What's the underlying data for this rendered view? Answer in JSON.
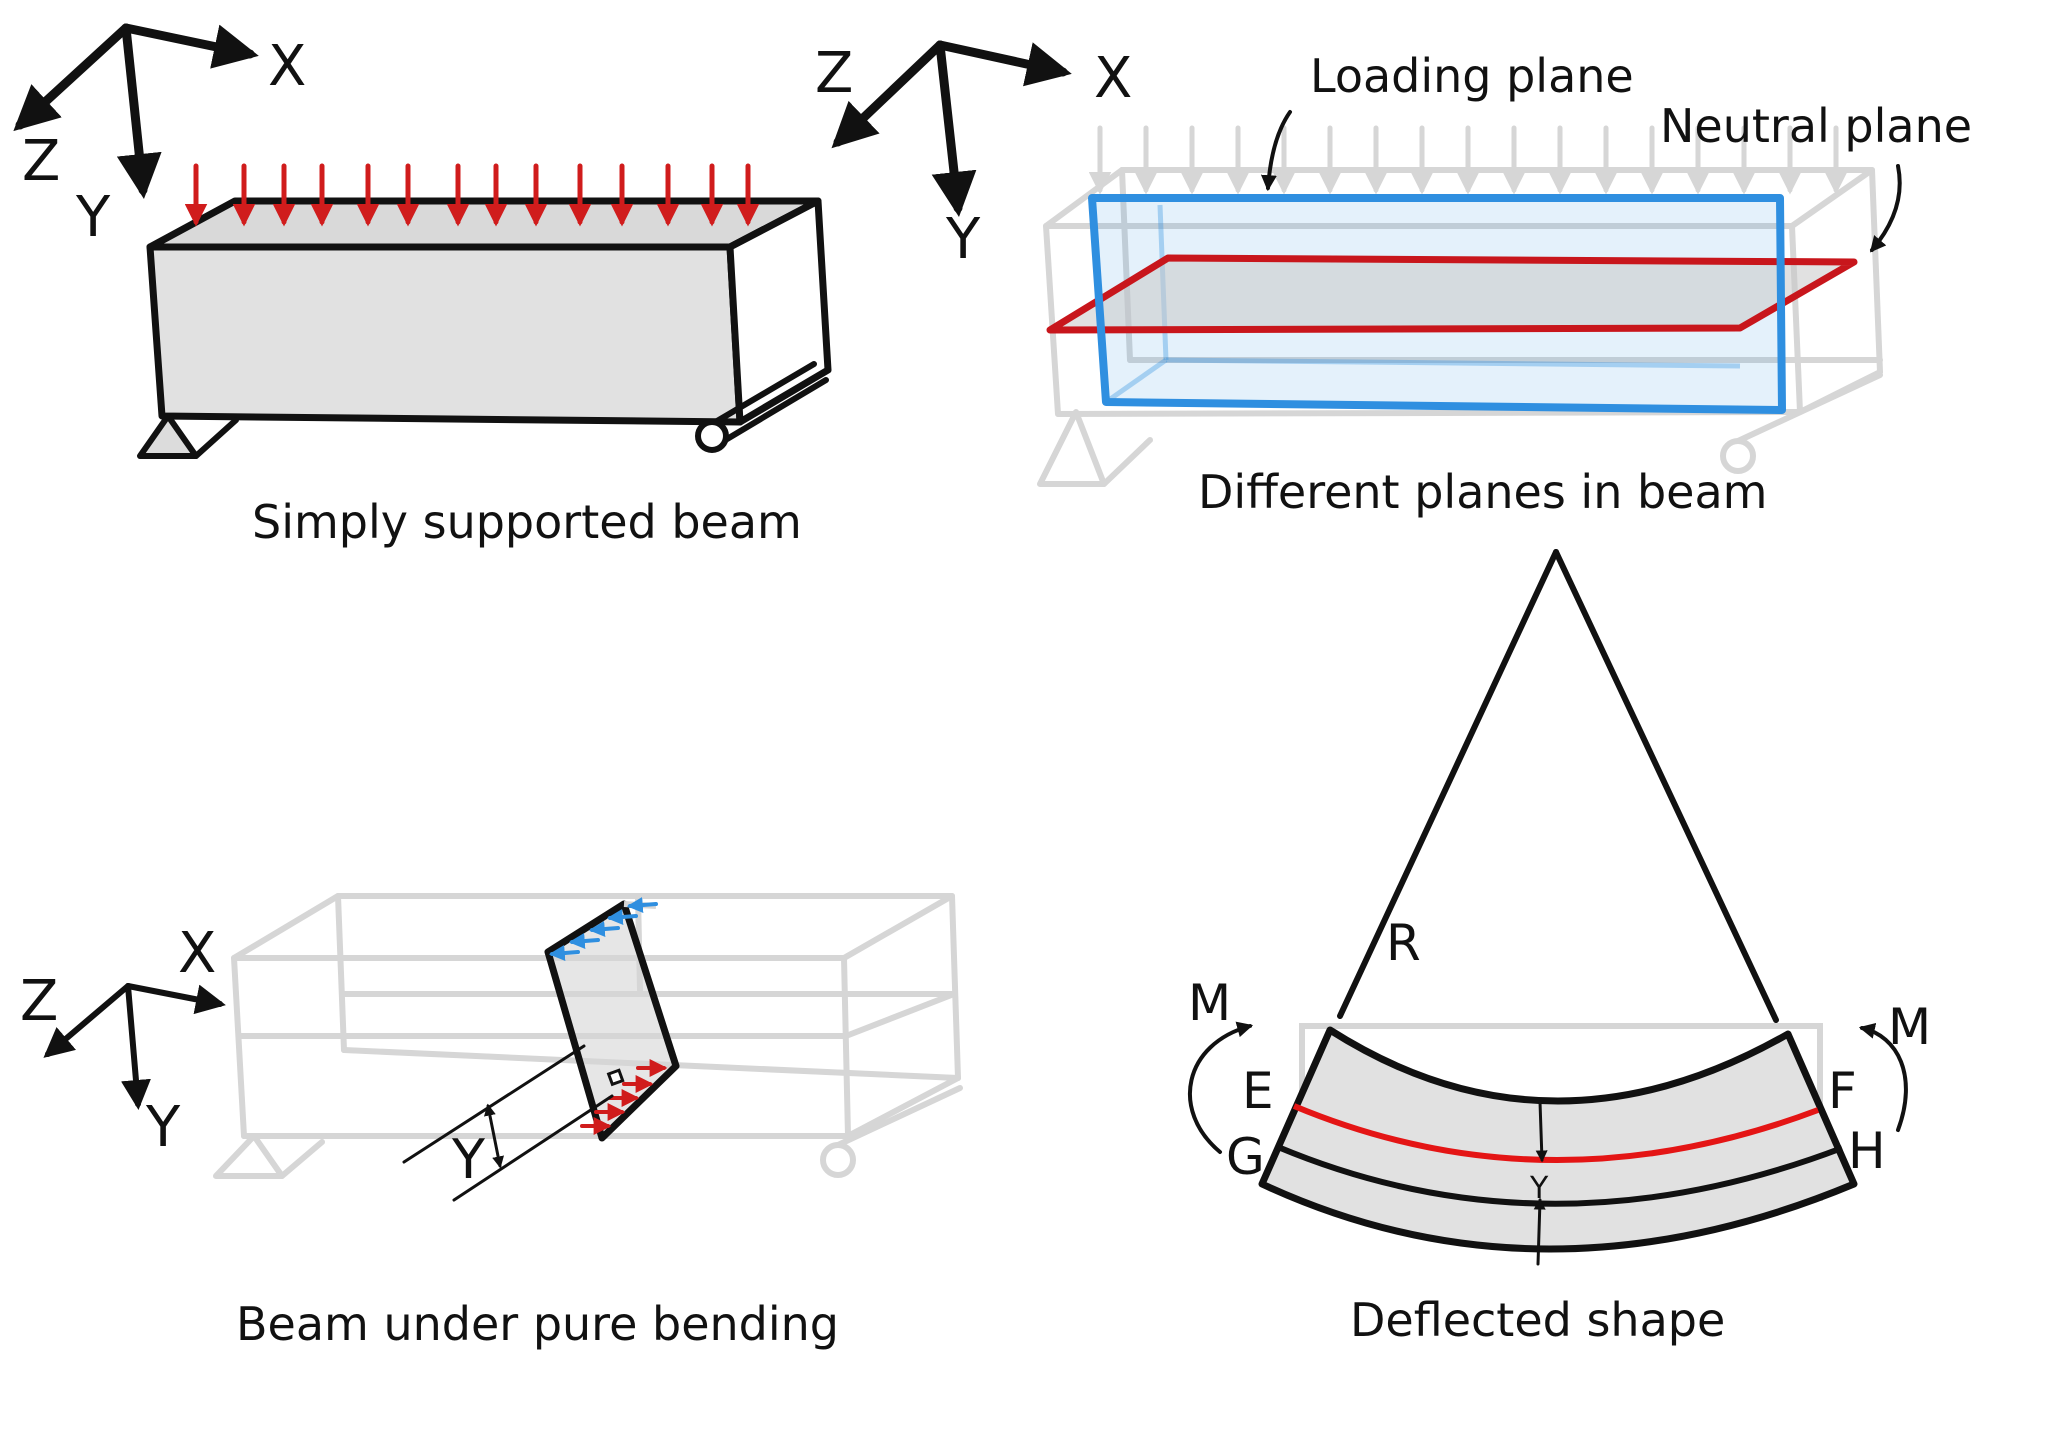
{
  "colors": {
    "ink": "#111111",
    "load_arrow": "#d01c1c",
    "loading_plane": "#2f8fe0",
    "neutral_plane": "#c8161c",
    "neutral_axis": "#e41515",
    "faint": "#d6d6d6",
    "beam_fill": "#e1e1e1"
  },
  "panel_simply_supported": {
    "caption": "Simply supported beam",
    "axis_x": "X",
    "axis_y": "Y",
    "axis_z": "Z"
  },
  "panel_planes": {
    "caption": "Different planes in beam",
    "label_loading": "Loading plane",
    "label_neutral": "Neutral plane",
    "axis_x": "X",
    "axis_y": "Y",
    "axis_z": "Z"
  },
  "panel_pure_bending": {
    "caption": "Beam under pure bending",
    "axis_x": "X",
    "axis_y": "Y",
    "axis_z": "Z",
    "dim_label": "Y"
  },
  "panel_deflected": {
    "caption": "Deflected shape",
    "radius_label": "R",
    "moment_left": "M",
    "moment_right": "M",
    "point_e": "E",
    "point_f": "F",
    "point_g": "G",
    "point_h": "H",
    "dim_label": "Y"
  }
}
